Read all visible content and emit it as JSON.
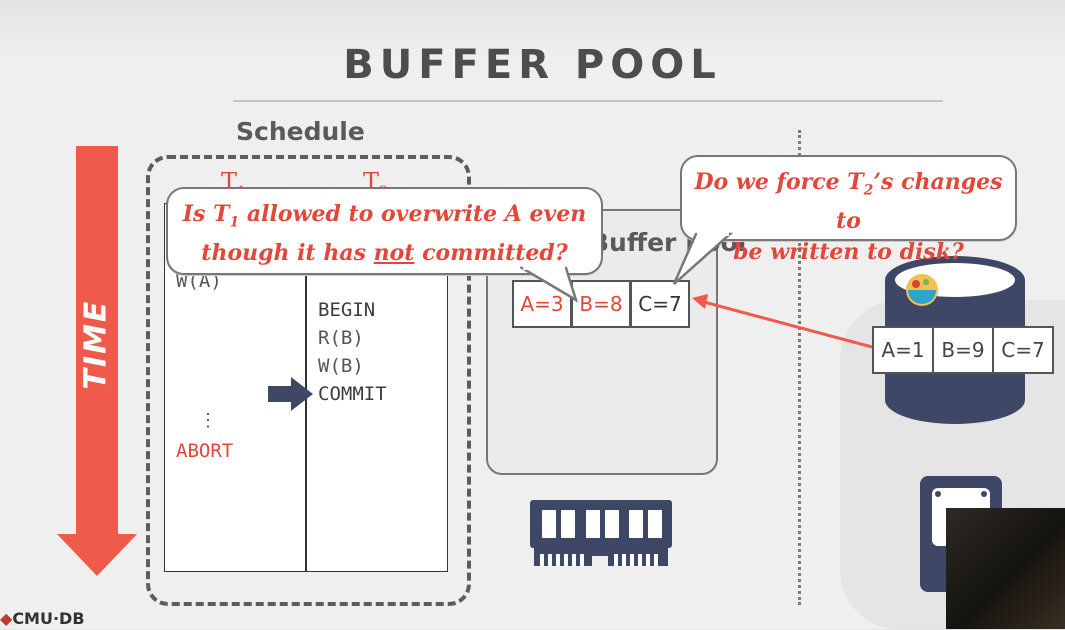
{
  "slide": {
    "title": "BUFFER POOL",
    "time_label": "TIME",
    "schedule_label": "Schedule",
    "buffer_pool_label": "Buffer Pool",
    "footer_logo": "CMU·DB"
  },
  "schedule": {
    "t1_header": "T",
    "t1_sub": "1",
    "t2_header": "T",
    "t2_sub": "2",
    "t1_ops": [
      "W(A)",
      "⋮",
      "ABORT"
    ],
    "t2_ops": [
      "BEGIN",
      "R(B)",
      "W(B)",
      "COMMIT"
    ]
  },
  "callouts": {
    "left_line1_pre": "Is T",
    "left_line1_sub": "1",
    "left_line1_post": " allowed to overwrite A even",
    "left_line2_pre": "though it has ",
    "left_line2_under": "not",
    "left_line2_post": " committed?",
    "right_line1_pre": "Do we force T",
    "right_line1_sub": "2",
    "right_line1_post": "’s changes to",
    "right_line2": "be written to disk?"
  },
  "buffer_pages": [
    {
      "text": "A=3",
      "color": "#e2483a"
    },
    {
      "text": "B=8",
      "color": "#e2483a"
    },
    {
      "text": "C=7",
      "color": "#333333"
    }
  ],
  "disk_pages": [
    {
      "text": "A=1"
    },
    {
      "text": "B=9"
    },
    {
      "text": "C=7"
    }
  ],
  "colors": {
    "accent_red": "#f05a4a",
    "navy": "#3f4766"
  }
}
